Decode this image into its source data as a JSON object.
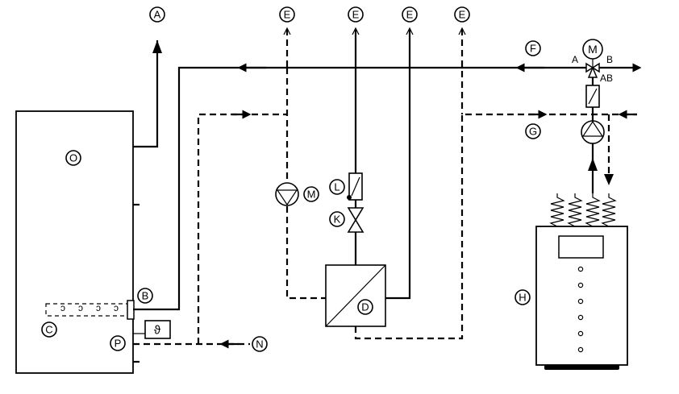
{
  "labels": {
    "A": "A",
    "B": "B",
    "C": "C",
    "D": "D",
    "E": "E",
    "F": "F",
    "G": "G",
    "H": "H",
    "K": "K",
    "L": "L",
    "M": "M",
    "N": "N",
    "O": "O",
    "P": "P"
  },
  "valve": {
    "motor": "M",
    "port_a": "A",
    "port_b": "B",
    "port_ab": "AB"
  },
  "sensor_symbol": "ϑ"
}
